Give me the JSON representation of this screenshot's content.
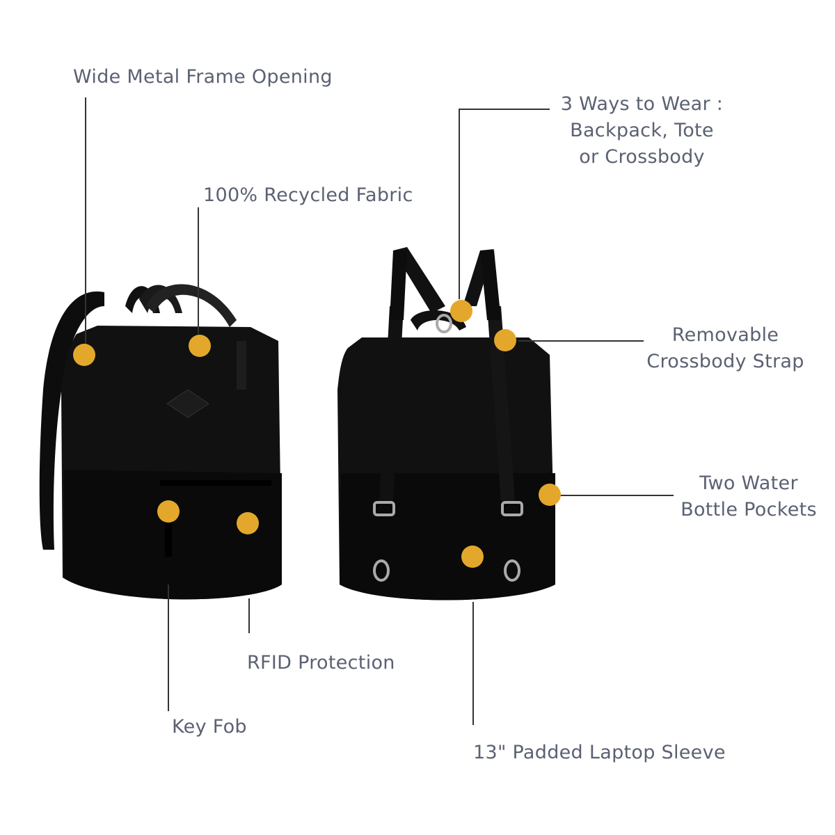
{
  "labels": {
    "frame": "Wide Metal Frame Opening",
    "fabric": "100% Recycled Fabric",
    "ways": [
      "3 Ways to Wear :",
      "Backpack, Tote",
      "or Crossbody"
    ],
    "strap": [
      "Removable",
      "Crossbody Strap"
    ],
    "pockets": [
      "Two Water",
      "Bottle Pockets"
    ],
    "rfid": "RFID Protection",
    "keyfob": "Key Fob",
    "laptop": "13\" Padded Laptop Sleeve"
  },
  "colors": {
    "dot": "#E3A82B",
    "text": "#5B6172",
    "line": "#333333",
    "bag": "#111111"
  }
}
